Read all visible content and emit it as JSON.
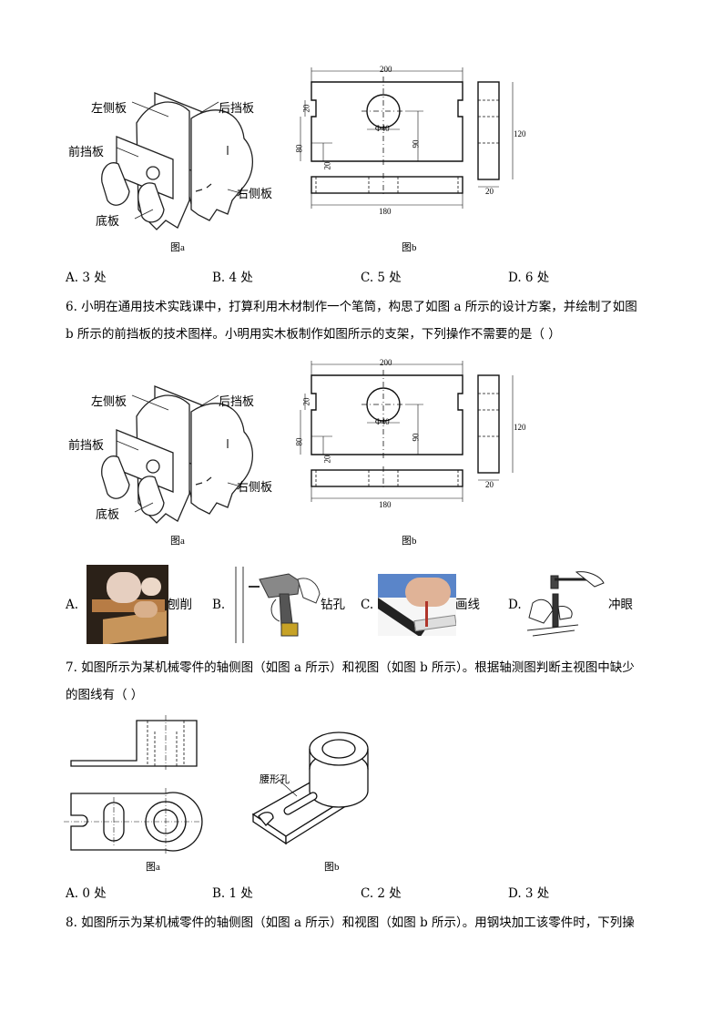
{
  "figure_labels": {
    "left_side": "左侧板",
    "back_stop": "后挡板",
    "front_stop": "前挡板",
    "right_side": "右侧板",
    "bottom": "底板",
    "fig_a": "图a",
    "fig_b": "图b"
  },
  "dims": {
    "d200": "200",
    "d20a": "20",
    "d80": "80",
    "d20b": "20",
    "d90": "90",
    "d40": "Φ40",
    "d120": "120",
    "d20c": "20",
    "d180": "180"
  },
  "q5_options": {
    "a": "A. 3 处",
    "b": "B. 4 处",
    "c": "C. 5 处",
    "d": "D. 6 处"
  },
  "q6": {
    "line1": "6. 小明在通用技术实践课中，打算利用木材制作一个笔筒，构思了如图 a 所示的设计方案，并绘制了如图",
    "line2": "b 所示的前挡板的技术图样。小明用实木板制作如图所示的支架，下列操作不需要的是（      ）",
    "opt_a_letter": "A.",
    "opt_a_text": "刨削",
    "opt_b_letter": "B.",
    "opt_b_text": "钻孔",
    "opt_c_letter": "C.",
    "opt_c_text": "画线",
    "opt_d_letter": "D.",
    "opt_d_text": "冲眼"
  },
  "q7": {
    "line1": "7. 如图所示为某机械零件的轴侧图（如图 a 所示）和视图（如图 b 所示）。根据轴测图判断主视图中缺少",
    "line2": "的图线有（      ）",
    "waist_hole": "腰形孔",
    "fig_a": "图a",
    "fig_b": "图b",
    "opt_a": "A. 0 处",
    "opt_b": "B. 1 处",
    "opt_c": "C. 2 处",
    "opt_d": "D. 3 处"
  },
  "q8": {
    "line1": "8. 如图所示为某机械零件的轴侧图（如图 a 所示）和视图（如图 b 所示）。用钢块加工该零件时，下列操"
  },
  "icons": [
    "wood-plane-photo",
    "drill-photo",
    "ruler-scribe-photo",
    "hammer-punch-photo"
  ]
}
